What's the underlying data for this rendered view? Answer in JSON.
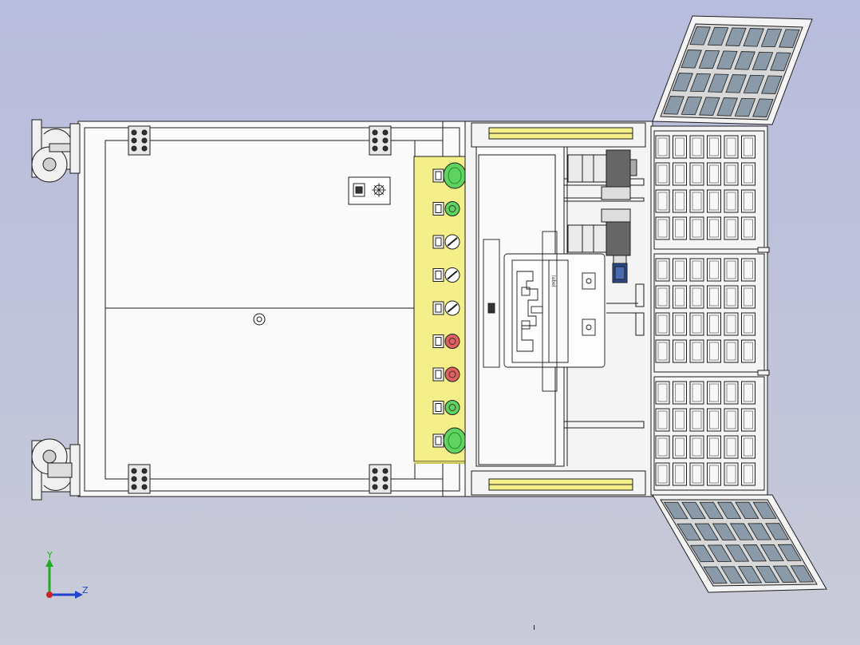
{
  "viewport": {
    "background_top": "#b8bcdd",
    "background_bottom": "#c9cbd8"
  },
  "model": {
    "outline_color": "#1c1c1c",
    "panel_fill": "#fafafa",
    "control_panel_color": "#f5ef8a",
    "green_button_color": "#5fd35f",
    "red_button_color": "#e06060",
    "window_glass_color": "#8a9aa8",
    "fitting_color": "#2a4a8a"
  },
  "control_buttons": [
    {
      "kind": "mushroom-green",
      "color": "#5fd35f"
    },
    {
      "kind": "pilot-green",
      "color": "#5fd35f"
    },
    {
      "kind": "selector",
      "color": "#ffffff"
    },
    {
      "kind": "selector",
      "color": "#ffffff"
    },
    {
      "kind": "selector",
      "color": "#ffffff"
    },
    {
      "kind": "pilot-red",
      "color": "#e06060"
    },
    {
      "kind": "pilot-red",
      "color": "#e06060"
    },
    {
      "kind": "pilot-green",
      "color": "#5fd35f"
    },
    {
      "kind": "mushroom-green",
      "color": "#5fd35f"
    }
  ],
  "triad": {
    "y_label": "Y",
    "z_label": "Z",
    "y_color": "#22aa22",
    "z_color": "#2244cc",
    "x_color": "#cc2222"
  },
  "cursor_glyph": "ı"
}
